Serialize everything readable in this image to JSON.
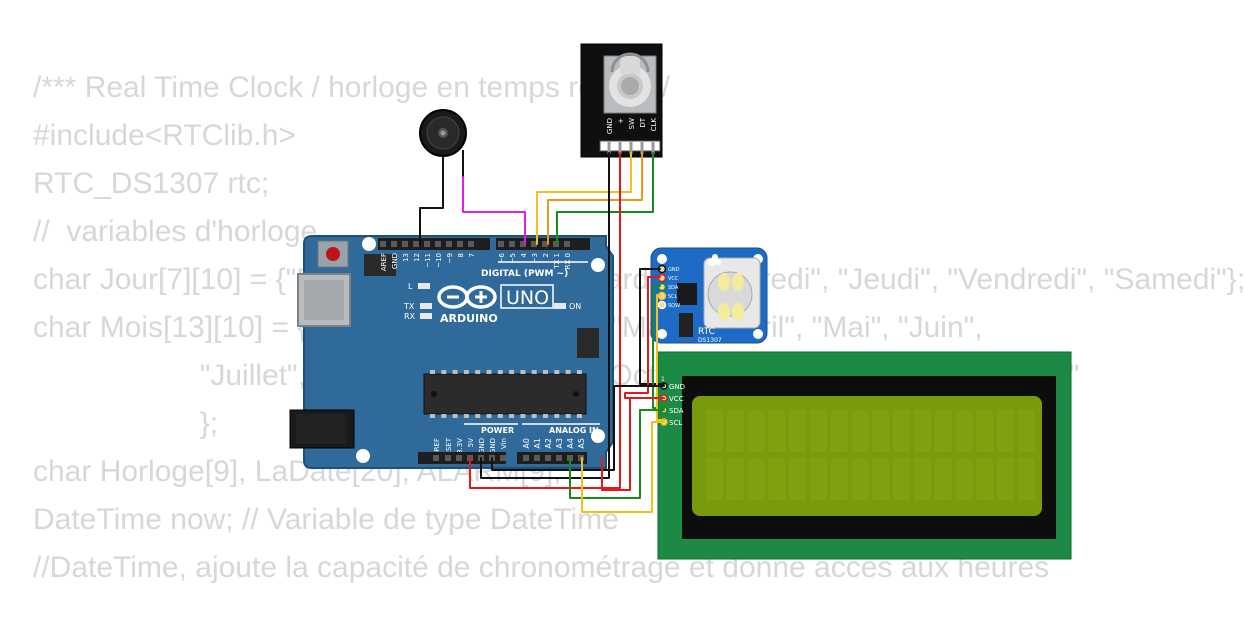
{
  "code_lines": [
    "/*** Real Time Clock / horloge en temps réel ***/",
    "#include<RTClib.h>",
    "RTC_DS1307 rtc;",
    "//  variables d'horloge",
    "char Jour[7][10] = {\"Dimanche\", \"Lundi\", \"Mardi\", \"Mercredi\", \"Jeudi\", \"Vendredi\", \"Samedi\"};",
    "char Mois[13][10] = {\"\", \"Janvier\", \"Fevrier\", \"Mars\", \"Avril\", \"Mai\", \"Juin\",",
    "                    \"Juillet\", \"Aout\", \"Septembre\", \"Octobre\", \"Novembre\", \"Decembre\"",
    "                    };",
    "char Horloge[9], LaDate[20], ALARM[9];",
    "DateTime now; // Variable de type DateTime",
    "//DateTime, ajoute la capacité de chronométrage et donne accès aux heures"
  ],
  "arduino": {
    "brand": "ARDUINO",
    "model": "UNO",
    "digital_header": "DIGITAL (PWM ~)",
    "power_header": "POWER",
    "analog_header": "ANALOG IN",
    "led_l": "L",
    "led_tx": "TX",
    "led_rx": "RX",
    "led_on": "ON",
    "top_pins": [
      "AREF",
      "GND",
      "13",
      "12",
      "~11",
      "~10",
      "~9",
      "8",
      "7",
      "~6",
      "~5",
      "4",
      "~3",
      "2",
      "TX 1",
      "RX 0"
    ],
    "power_pins": [
      "IOREF",
      "RESET",
      "3.3V",
      "5V",
      "GND",
      "GND",
      "Vin"
    ],
    "analog_pins": [
      "A0",
      "A1",
      "A2",
      "A3",
      "A4",
      "A5"
    ]
  },
  "encoder": {
    "pins": [
      "GND",
      "+",
      "SW",
      "DT",
      "CLK"
    ]
  },
  "rtc": {
    "label": "RTC",
    "chip": "DS1307",
    "pins": [
      "GND",
      "VCC",
      "SDA",
      "SCL",
      "SQW"
    ]
  },
  "lcd": {
    "pins": [
      "GND",
      "VCC",
      "SDA",
      "SCL"
    ],
    "marker": "1"
  },
  "colors": {
    "arduino_board": "#2f6a9a",
    "lcd_board": "#1b8a44",
    "lcd_screen": "#7a9a0e",
    "wire_yellow": "#f2c21a",
    "wire_red": "#e01a1a",
    "wire_green": "#1a8a1a",
    "wire_black": "#111111",
    "wire_magenta": "#e020e0",
    "rtc_board": "#1d6bc4",
    "code_text": "#d7d7d7"
  },
  "icons": [
    "arduino-infinity-logo",
    "adafruit-flower-logo"
  ]
}
